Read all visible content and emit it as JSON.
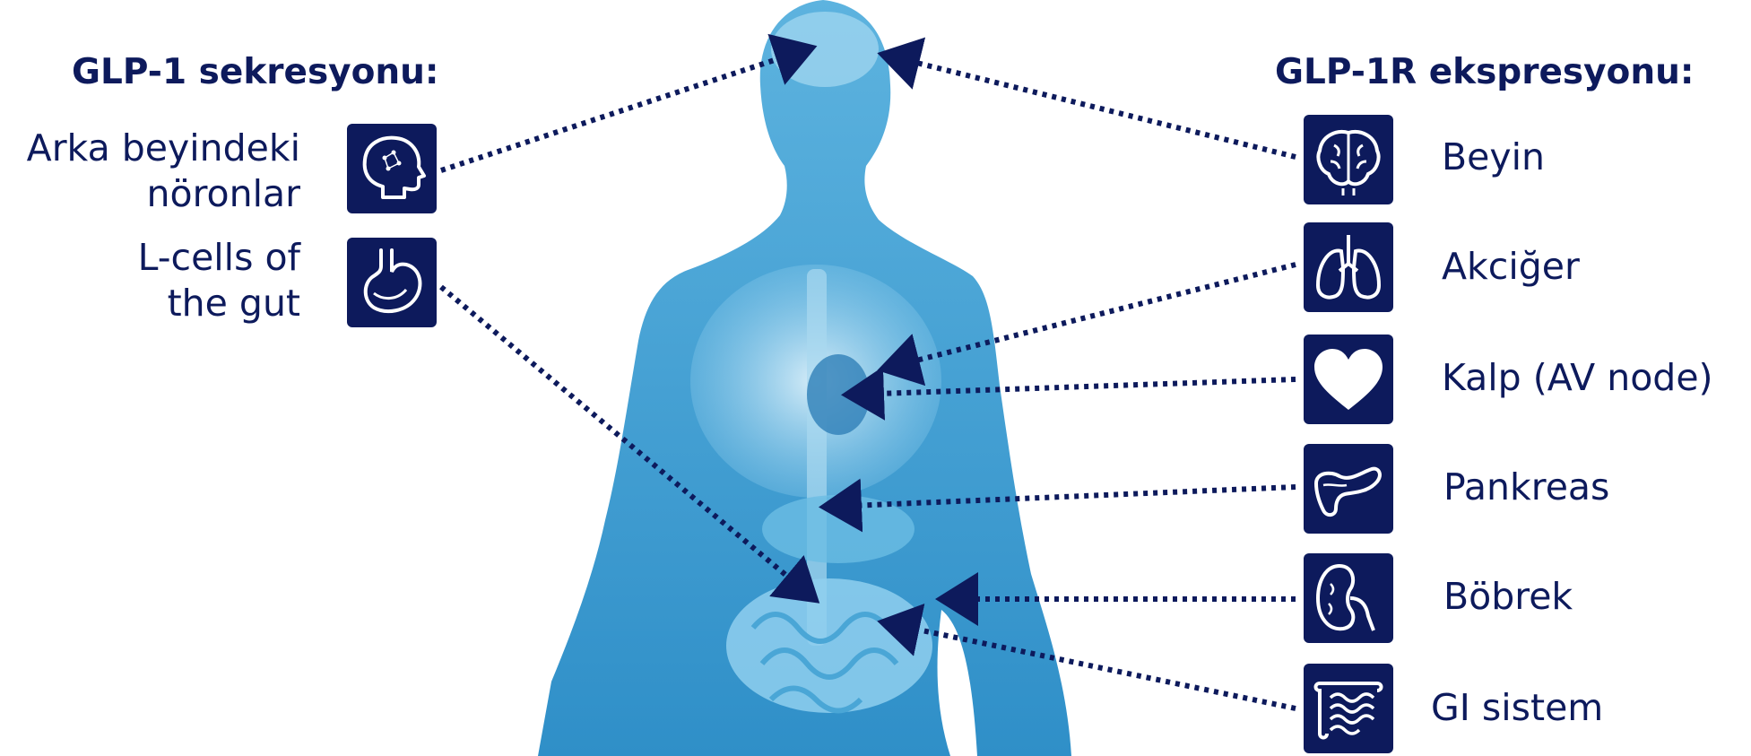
{
  "left": {
    "heading": "GLP-1 sekresyonu:",
    "items": [
      {
        "label_line1": "Arka beyindeki",
        "label_line2": "nöronlar",
        "icon": "head-brain-icon"
      },
      {
        "label_line1": "L-cells of",
        "label_line2": "the gut",
        "icon": "stomach-icon"
      }
    ]
  },
  "right": {
    "heading": "GLP-1R ekspresyonu:",
    "items": [
      {
        "label": "Beyin",
        "icon": "brain-icon"
      },
      {
        "label": "Akciğer",
        "icon": "lungs-icon"
      },
      {
        "label": "Kalp (AV node)",
        "icon": "heart-icon"
      },
      {
        "label": "Pankreas",
        "icon": "pancreas-icon"
      },
      {
        "label": "Böbrek",
        "icon": "kidney-icon"
      },
      {
        "label": "GI sistem",
        "icon": "intestine-icon"
      }
    ]
  },
  "colors": {
    "navy": "#0d1a5c",
    "body_blue": "#3d9fd3",
    "organ_light": "#bfe2f3"
  }
}
